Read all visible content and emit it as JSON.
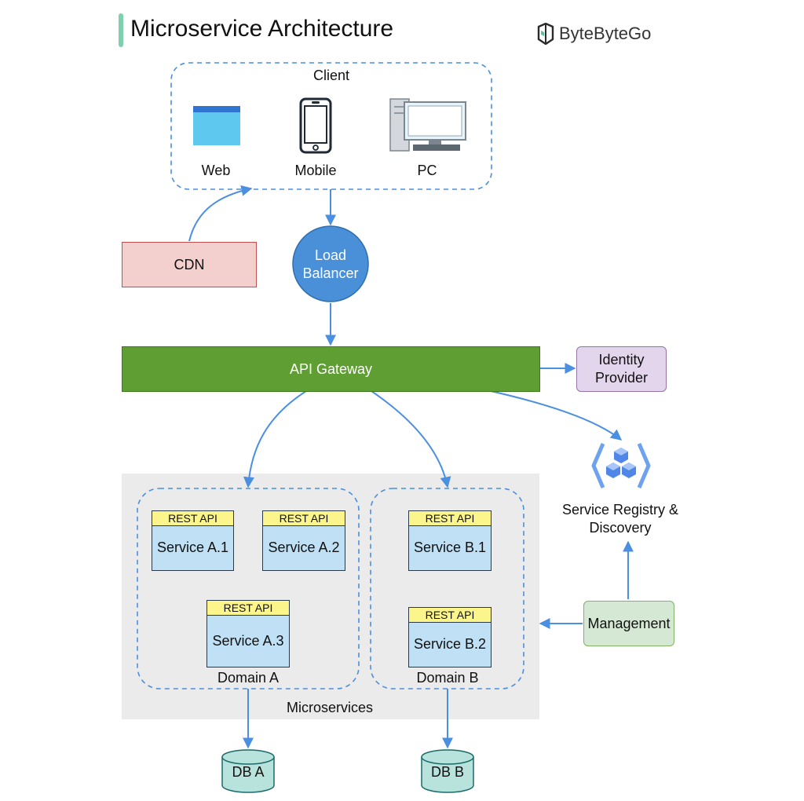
{
  "title": "Microservice Architecture",
  "brand": "ByteByteGo",
  "client": {
    "label": "Client",
    "items": [
      {
        "label": "Web",
        "icon": "web-browser-icon"
      },
      {
        "label": "Mobile",
        "icon": "mobile-phone-icon"
      },
      {
        "label": "PC",
        "icon": "desktop-pc-icon"
      }
    ]
  },
  "cdn": "CDN",
  "load_balancer": [
    "Load",
    "Balancer"
  ],
  "api_gateway": "API Gateway",
  "identity_provider": [
    "Identity",
    "Provider"
  ],
  "service_registry": [
    "Service Registry &",
    "Discovery"
  ],
  "management": "Management",
  "microservices_label": "Microservices",
  "rest_api": "REST API",
  "domains": [
    {
      "label": "Domain A",
      "services": [
        "Service A.1",
        "Service A.2",
        "Service A.3"
      ]
    },
    {
      "label": "Domain B",
      "services": [
        "Service B.1",
        "Service B.2"
      ]
    }
  ],
  "databases": [
    "DB A",
    "DB B"
  ],
  "colors": {
    "arrow": "#4a8fe0",
    "cdn_fill": "#f3cfcd",
    "cdn_border": "#c0504d",
    "load_balancer": "#4a90d9",
    "gateway_fill": "#5f9e32",
    "gateway_border": "#3d7a1c",
    "identity_fill": "#e3d5ec",
    "identity_border": "#9673a6",
    "management_fill": "#d5e8d4",
    "management_border": "#82b366",
    "service_fill": "#bfe0f5",
    "rest_api_fill": "#fbf58b",
    "db_fill": "#b8e3dc",
    "db_border": "#1a6a6a",
    "microservices_bg": "#ebebeb"
  }
}
